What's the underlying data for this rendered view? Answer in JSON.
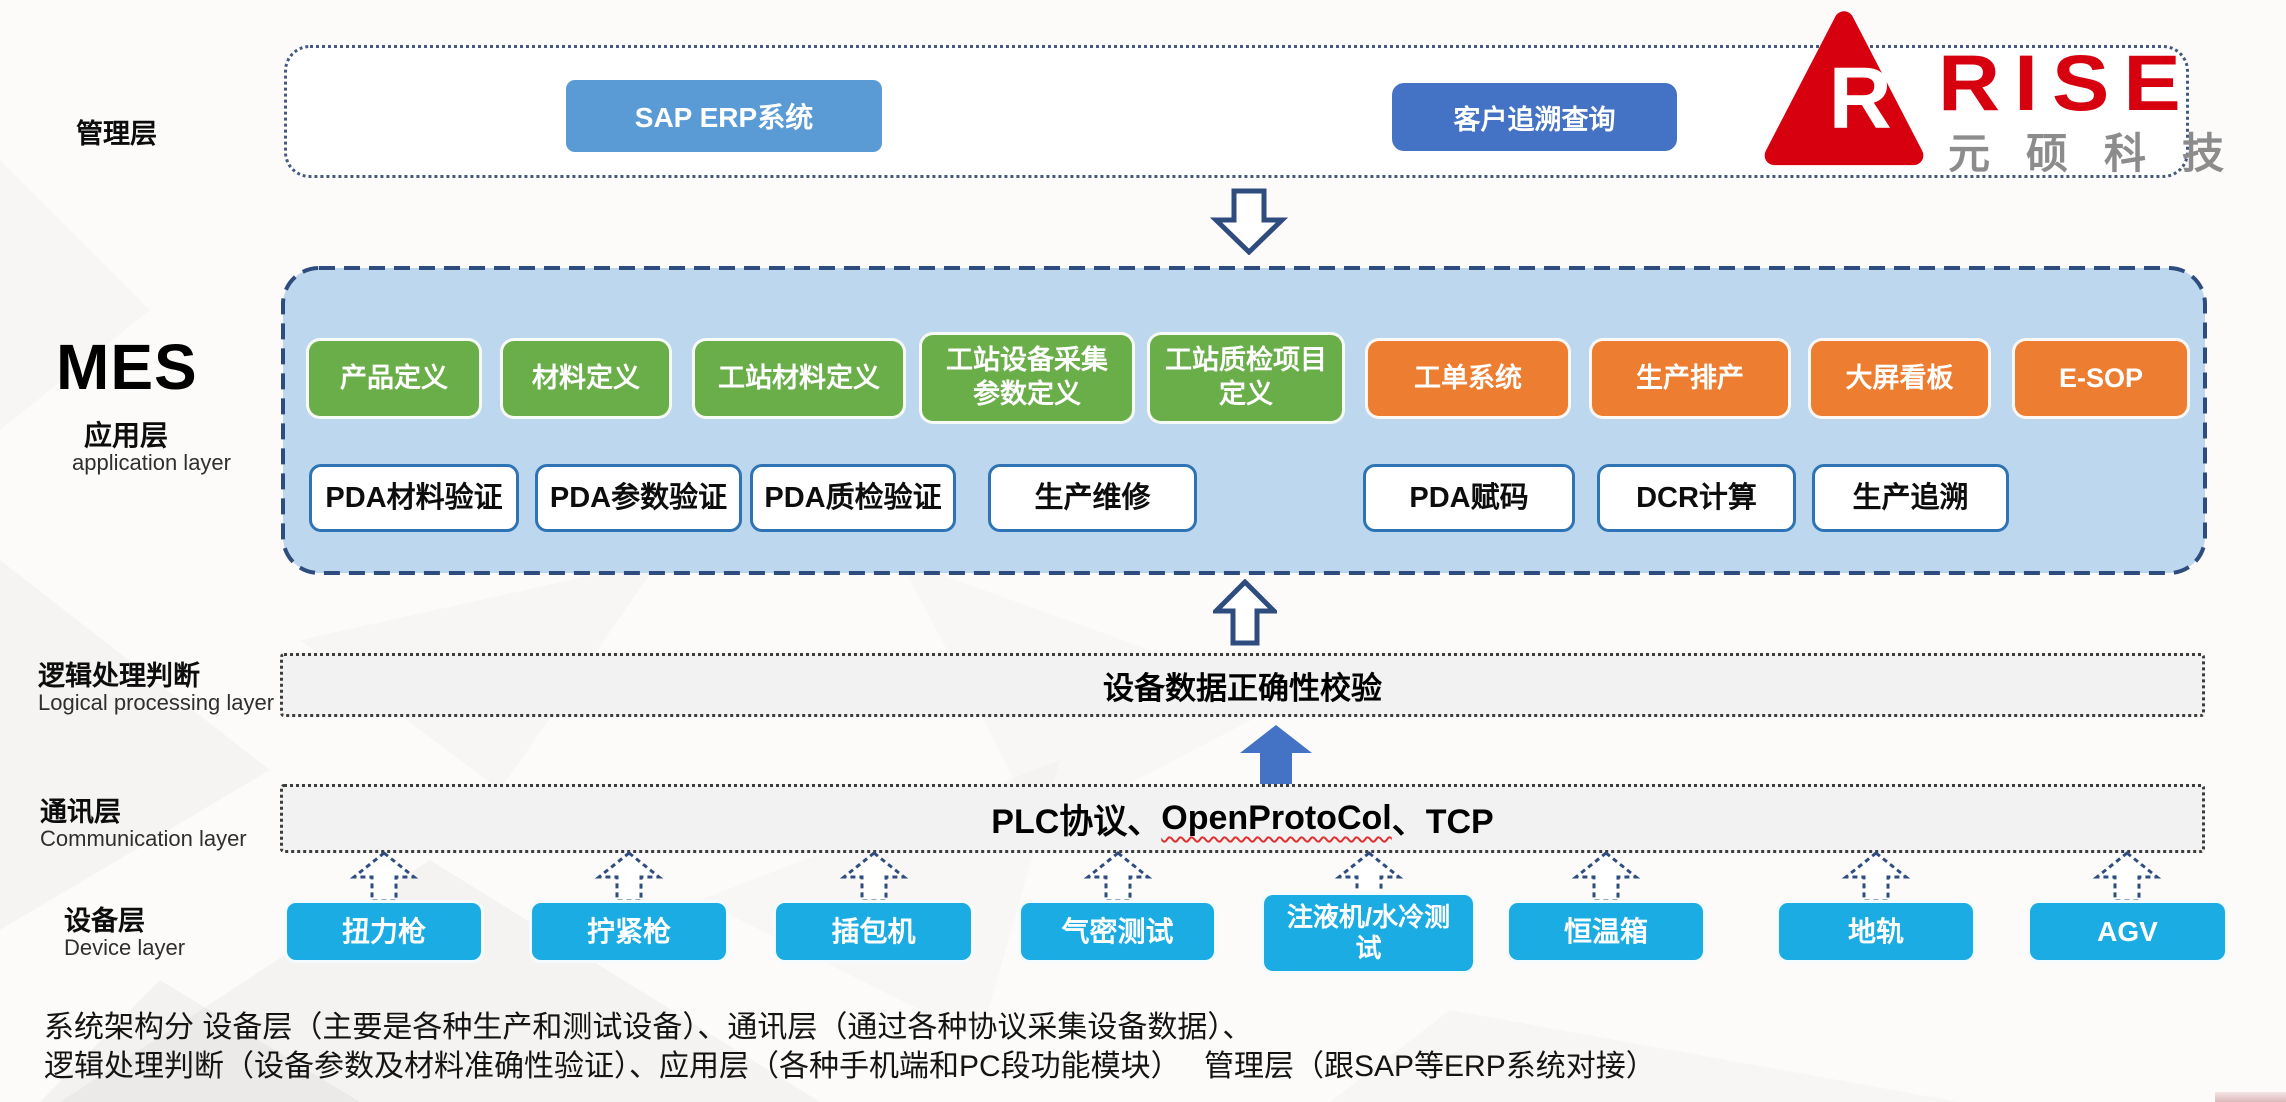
{
  "layers": {
    "management": {
      "label": "管理层"
    },
    "application": {
      "title": "MES",
      "label": "应用层",
      "sublabel": "application layer"
    },
    "logical": {
      "label": "逻辑处理判断",
      "sublabel": "Logical processing layer",
      "bar_text": "设备数据正确性校验"
    },
    "communication": {
      "label": "通讯层",
      "sublabel": "Communication layer",
      "bar_prefix": "PLC协议、",
      "bar_protocol": "OpenProtoCol",
      "bar_suffix": "、TCP"
    },
    "device": {
      "label": "设备层",
      "sublabel": "Device layer"
    }
  },
  "management_box": {
    "buttons": [
      {
        "label": "SAP ERP系统",
        "color": "#5b9bd5"
      },
      {
        "label": "客户追溯查询",
        "color": "#4472c4"
      }
    ]
  },
  "logo": {
    "brand": "RISE",
    "company": "元硕科技",
    "mark_letter": "R",
    "red": "#d7000f",
    "gray": "#8c8c8c"
  },
  "mes": {
    "row1": [
      {
        "label": "产品定义",
        "color": "#6aae49"
      },
      {
        "label": "材料定义",
        "color": "#6aae49"
      },
      {
        "label": "工站材料定义",
        "color": "#6aae49"
      },
      {
        "label": "工站设备采集\n参数定义",
        "color": "#6aae49"
      },
      {
        "label": "工站质检项目\n定义",
        "color": "#6aae49"
      },
      {
        "label": "工单系统",
        "color": "#ed7d31"
      },
      {
        "label": "生产排产",
        "color": "#ed7d31"
      },
      {
        "label": "大屏看板",
        "color": "#ed7d31"
      },
      {
        "label": "E-SOP",
        "color": "#ed7d31"
      }
    ],
    "row2": [
      {
        "label": "PDA材料验证"
      },
      {
        "label": "PDA参数验证"
      },
      {
        "label": "PDA质检验证"
      },
      {
        "label": "生产维修"
      },
      {
        "label": "PDA赋码"
      },
      {
        "label": "DCR计算"
      },
      {
        "label": "生产追溯"
      }
    ]
  },
  "devices": [
    {
      "label": "扭力枪",
      "color": "#1aace3"
    },
    {
      "label": "拧紧枪",
      "color": "#1aace3"
    },
    {
      "label": "插包机",
      "color": "#1aace3"
    },
    {
      "label": "气密测试",
      "color": "#1aace3"
    },
    {
      "label": "注液机/水冷测\n试",
      "color": "#1aace3"
    },
    {
      "label": "恒温箱",
      "color": "#1aace3"
    },
    {
      "label": "地轨",
      "color": "#1aace3"
    },
    {
      "label": "AGV",
      "color": "#1aace3"
    }
  ],
  "footer": {
    "line1": "系统架构分 设备层（主要是各种生产和测试设备）、通讯层（通过各种协议采集设备数据）、",
    "line2": "逻辑处理判断（设备参数及材料准确性验证）、应用层（各种手机端和PC段功能模块）　 管理层（跟SAP等ERP系统对接）"
  },
  "colors": {
    "navy_border": "#2e4c7e",
    "mes_fill": "#bdd7ee",
    "solid_arrow_blue": "#4472c4",
    "green": "#6aae49",
    "orange": "#ed7d31",
    "device_blue": "#1aace3",
    "sap_blue": "#5b9bd5",
    "trace_blue": "#4472c4",
    "logo_red": "#d7000f"
  }
}
